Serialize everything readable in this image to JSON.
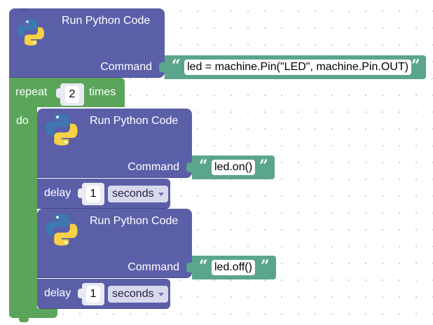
{
  "colors": {
    "purple_block": "#5b5fa8",
    "green_block": "#5ba55b",
    "teal_block": "#5ba58c",
    "workspace": "#ffffff"
  },
  "block1": {
    "title": "Run Python Code",
    "command_label": "Command",
    "open_quote": "“",
    "close_quote": "”",
    "command_value": "led = machine.Pin(\"LED\", machine.Pin.OUT)",
    "icon": "python-logo-icon"
  },
  "repeat": {
    "repeat_label": "repeat",
    "count": "2",
    "times_label": "times",
    "do_label": "do"
  },
  "block2": {
    "title": "Run Python Code",
    "command_label": "Command",
    "open_quote": "“",
    "close_quote": "”",
    "command_value": "led.on()",
    "icon": "python-logo-icon"
  },
  "delay1": {
    "label": "delay",
    "value": "1",
    "unit": "seconds"
  },
  "block3": {
    "title": "Run Python Code",
    "command_label": "Command",
    "open_quote": "“",
    "close_quote": "”",
    "command_value": "led.off()",
    "icon": "python-logo-icon"
  },
  "delay2": {
    "label": "delay",
    "value": "1",
    "unit": "seconds"
  }
}
